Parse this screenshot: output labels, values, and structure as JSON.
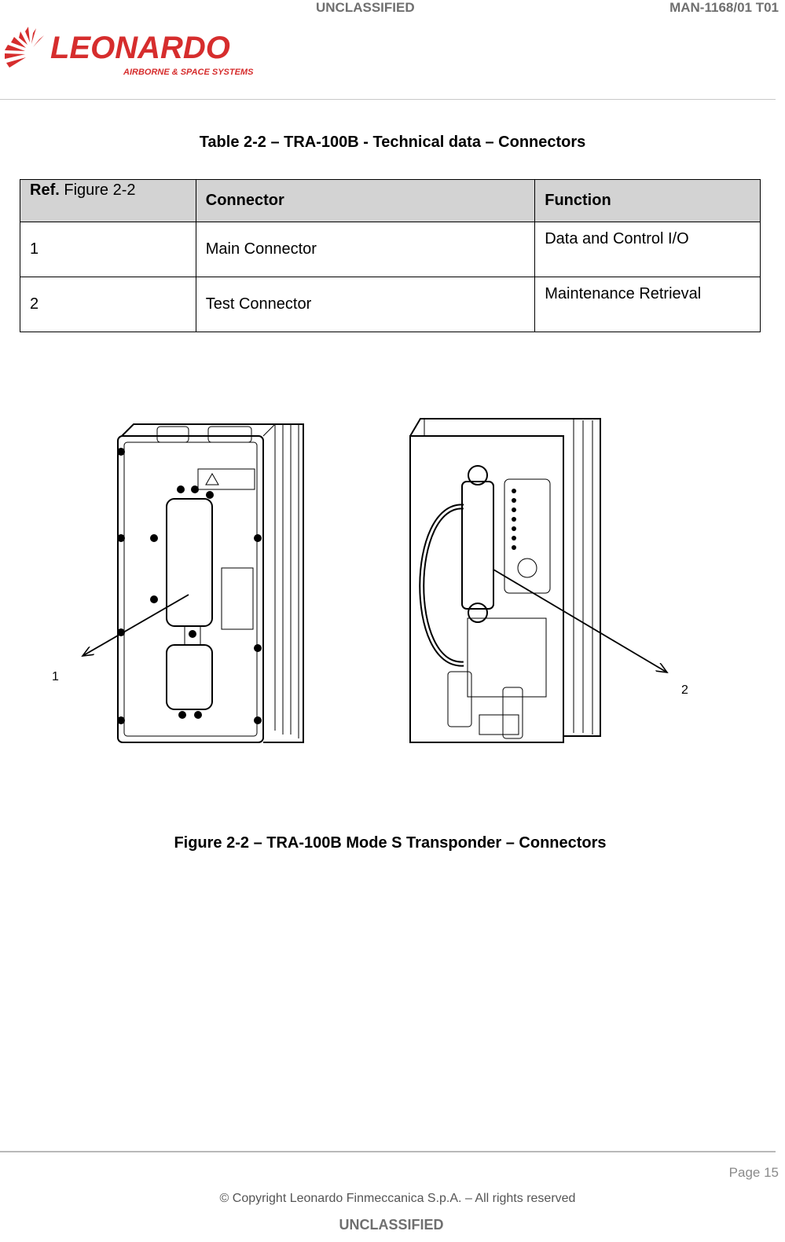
{
  "header": {
    "classification": "UNCLASSIFIED",
    "doc_number": "MAN-1168/01 T01",
    "logo_name": "LEONARDO",
    "logo_subtitle": "AIRBORNE & SPACE SYSTEMS",
    "brand_color": "#d62d2d"
  },
  "table_caption": "Table 2-2 – TRA-100B - Technical data – Connectors",
  "table": {
    "columns": [
      {
        "label_bold": "Ref.",
        "label_rest": " Figure 2-2"
      },
      {
        "label_bold": "Connector",
        "label_rest": ""
      },
      {
        "label_bold": "Function",
        "label_rest": ""
      }
    ],
    "rows": [
      {
        "ref": "1",
        "connector": "Main Connector",
        "function": "Data and Control I/O"
      },
      {
        "ref": "2",
        "connector": "Test Connector",
        "function": "Maintenance Retrieval"
      }
    ]
  },
  "figure": {
    "callouts": [
      "1",
      "2"
    ],
    "caption": "Figure 2-2 – TRA-100B Mode S Transponder – Connectors"
  },
  "footer": {
    "page": "Page 15",
    "copyright": "© Copyright Leonardo Finmeccanica S.p.A.  – All rights reserved",
    "classification": "UNCLASSIFIED"
  }
}
